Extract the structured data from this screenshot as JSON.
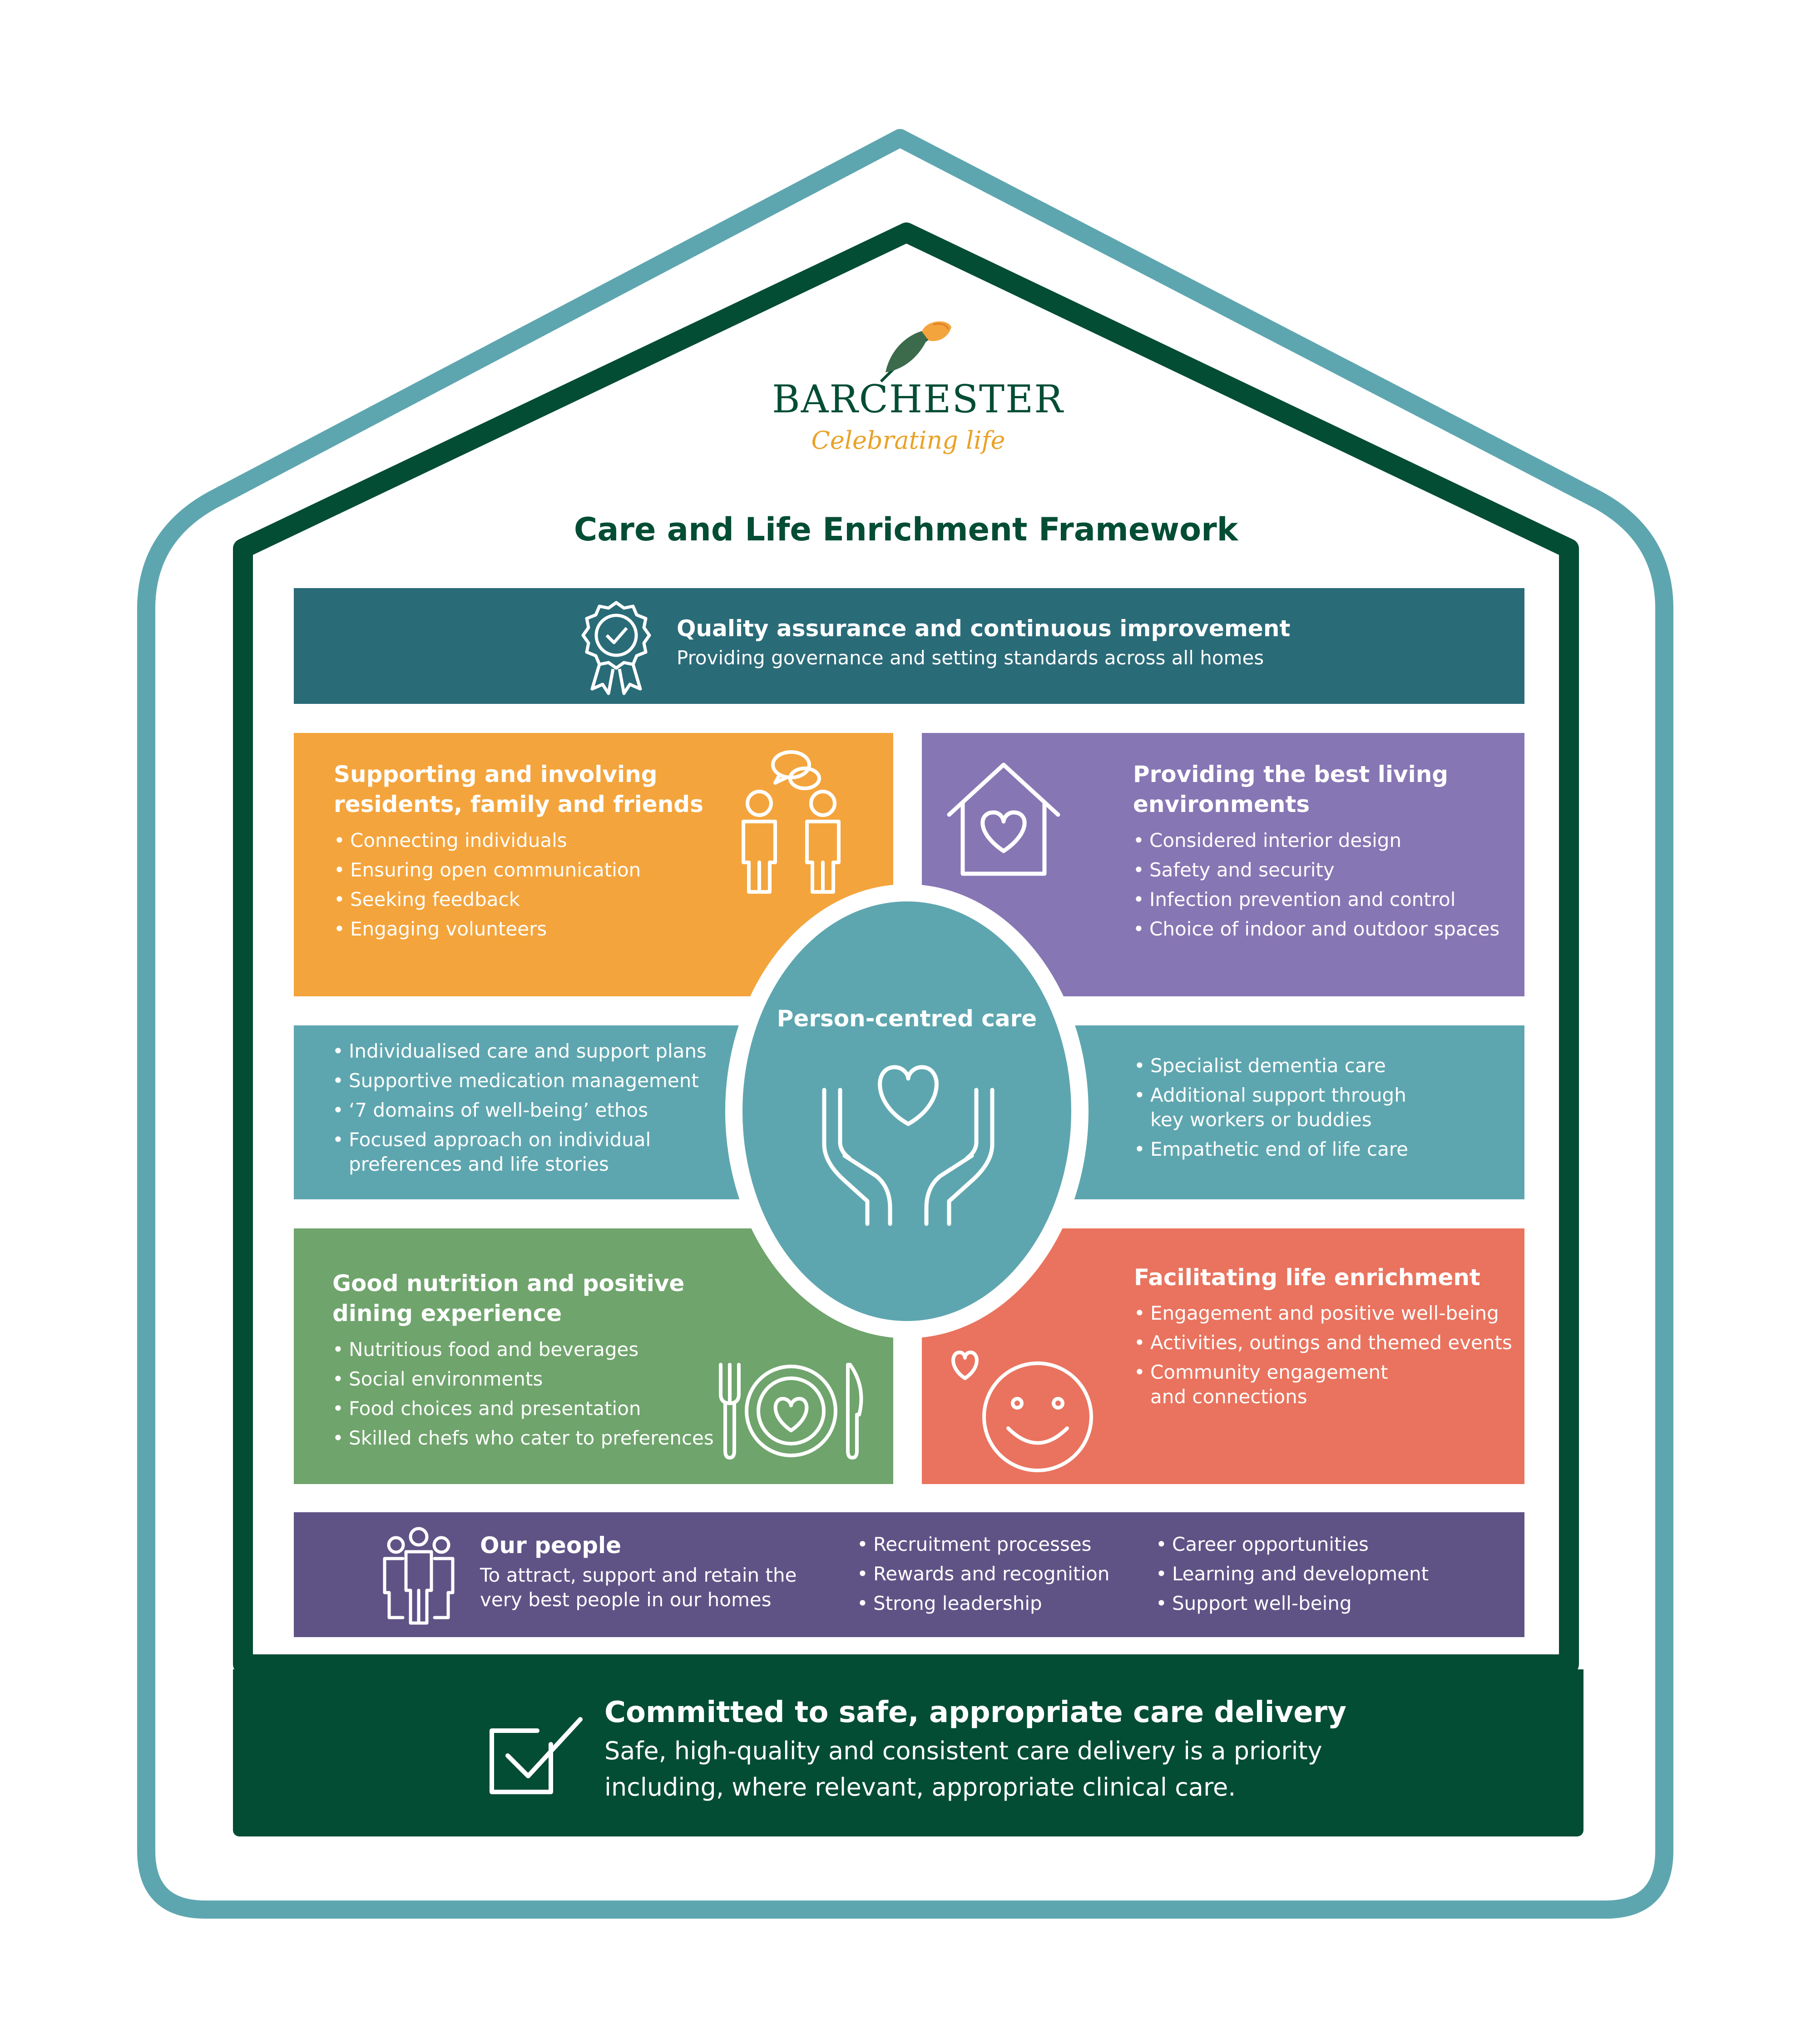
{
  "logo": {
    "brand": "BARCHESTER",
    "tagline": "Celebrating life"
  },
  "title": "Care and Life Enrichment Framework",
  "colors": {
    "outer_teal": "#5ea6af",
    "dark_green": "#034d34",
    "quality_teal": "#2a6b78",
    "orange": "#f4a43c",
    "purple": "#8776b4",
    "center_teal": "#5ea6af",
    "green": "#6fa46c",
    "coral": "#e9735e",
    "people_purple": "#5f5386"
  },
  "quality": {
    "icon": "award-rosette-icon",
    "title": "Quality assurance and continuous improvement",
    "subtitle": "Providing governance and setting standards across all homes"
  },
  "supporting": {
    "icon": "people-talking-icon",
    "title_line1": "Supporting and involving",
    "title_line2": "residents, family and friends",
    "items": [
      "Connecting individuals",
      "Ensuring open communication",
      "Seeking feedback",
      "Engaging volunteers"
    ]
  },
  "living": {
    "icon": "house-heart-icon",
    "title_line1": "Providing the best living",
    "title_line2": "environments",
    "items": [
      "Considered interior design",
      "Safety and security",
      "Infection prevention and control",
      "Choice of indoor and outdoor spaces"
    ]
  },
  "person_centred": {
    "icon": "hands-heart-icon",
    "title": "Person-centred care",
    "left_items": [
      "Individualised care and support plans",
      "Supportive medication management",
      "‘7 domains of well-being’ ethos",
      "Focused approach on individual preferences and life stories"
    ],
    "right_items": [
      "Specialist dementia care",
      "Additional support through key workers or buddies",
      "Empathetic end of life care"
    ]
  },
  "nutrition": {
    "icon": "plate-cutlery-icon",
    "title_line1": "Good nutrition and positive",
    "title_line2": "dining experience",
    "items": [
      "Nutritious food and beverages",
      "Social environments",
      "Food choices and presentation",
      "Skilled chefs who cater to preferences"
    ]
  },
  "enrichment": {
    "icon": "smiley-heart-icon",
    "title": "Facilitating life enrichment",
    "items": [
      "Engagement and positive well-being",
      "Activities, outings and themed events",
      "Community engagement and connections"
    ]
  },
  "people": {
    "icon": "group-people-icon",
    "title": "Our people",
    "subtitle": "To attract, support and retain the very best people in our homes",
    "col1": [
      "Recruitment processes",
      "Rewards and recognition",
      "Strong leadership"
    ],
    "col2": [
      "Career opportunities",
      "Learning and development",
      "Support well-being"
    ]
  },
  "committed": {
    "icon": "checkbox-icon",
    "title": "Committed to safe, appropriate care delivery",
    "line1": "Safe, high-quality and consistent care delivery is a priority",
    "line2": "including, where relevant, appropriate clinical care."
  }
}
